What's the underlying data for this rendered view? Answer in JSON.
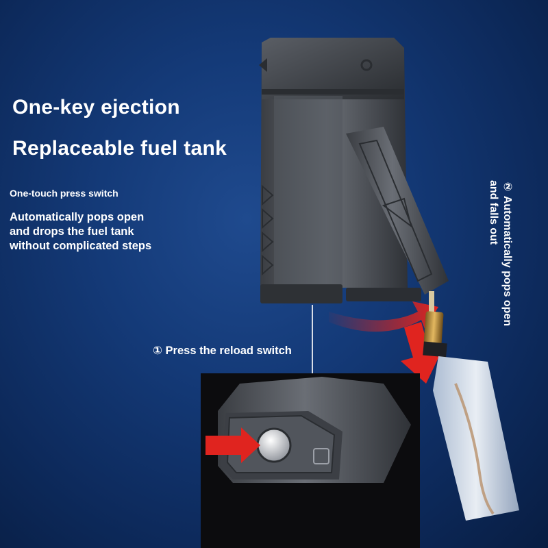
{
  "headline": {
    "line1": "One-key ejection",
    "line2": "Replaceable fuel tank"
  },
  "sub_title": "One-touch press switch",
  "description": [
    "Automatically pops open",
    "and drops the fuel tank",
    "without complicated steps"
  ],
  "step1": "① Press the reload switch",
  "step2": {
    "line1": "② Automatically pops open",
    "line2": "and falls out"
  },
  "colors": {
    "arrow": "#e0241f",
    "background": "#143a78",
    "metal": "#4a4e55"
  },
  "icons": {
    "arrow_icon": "red-arrow-icon",
    "logo": "brand-emblem-icon"
  }
}
